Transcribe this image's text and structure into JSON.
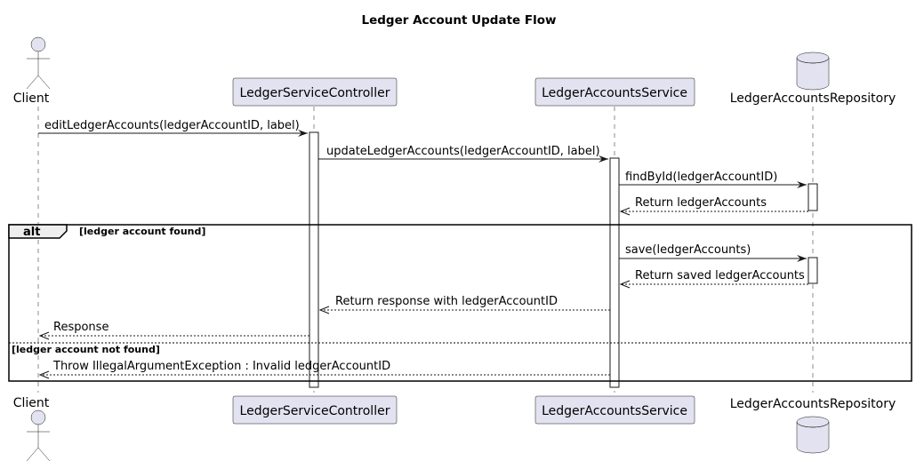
{
  "diagram": {
    "title": "Ledger Account Update Flow",
    "participants": [
      {
        "id": "client",
        "label": "Client",
        "kind": "actor"
      },
      {
        "id": "controller",
        "label": "LedgerServiceController",
        "kind": "participant"
      },
      {
        "id": "service",
        "label": "LedgerAccountsService",
        "kind": "participant"
      },
      {
        "id": "repo",
        "label": "LedgerAccountsRepository",
        "kind": "database"
      }
    ],
    "messages": [
      {
        "id": "m1",
        "from": "client",
        "to": "controller",
        "text": "editLedgerAccounts(ledgerAccountID, label)",
        "style": "sync"
      },
      {
        "id": "m2",
        "from": "controller",
        "to": "service",
        "text": "updateLedgerAccounts(ledgerAccountID, label)",
        "style": "sync"
      },
      {
        "id": "m3",
        "from": "service",
        "to": "repo",
        "text": "findById(ledgerAccountID)",
        "style": "sync"
      },
      {
        "id": "m4",
        "from": "repo",
        "to": "service",
        "text": "Return ledgerAccounts",
        "style": "return"
      },
      {
        "id": "m5",
        "from": "service",
        "to": "repo",
        "text": "save(ledgerAccounts)",
        "style": "sync"
      },
      {
        "id": "m6",
        "from": "repo",
        "to": "service",
        "text": "Return saved ledgerAccounts",
        "style": "return"
      },
      {
        "id": "m7",
        "from": "service",
        "to": "controller",
        "text": "Return response with ledgerAccountID",
        "style": "return"
      },
      {
        "id": "m8",
        "from": "controller",
        "to": "client",
        "text": "Response",
        "style": "return"
      },
      {
        "id": "m9",
        "from": "service",
        "to": "client",
        "text": "Throw IllegalArgumentException : Invalid ledgerAccountID",
        "style": "return"
      }
    ],
    "fragment": {
      "keyword": "alt",
      "guard_1": "[ledger account found]",
      "guard_2": "[ledger account not found]"
    }
  }
}
